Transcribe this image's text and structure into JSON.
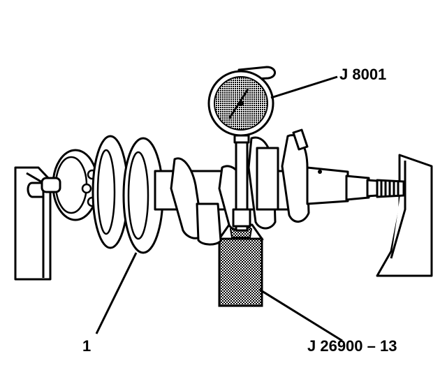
{
  "diagram": {
    "labels": {
      "dial_indicator": "J 8001",
      "part_1": "1",
      "v_block": "J 26900 – 13"
    },
    "colors": {
      "line": "#000000",
      "background": "#ffffff",
      "fill_pattern": "#777777"
    }
  }
}
